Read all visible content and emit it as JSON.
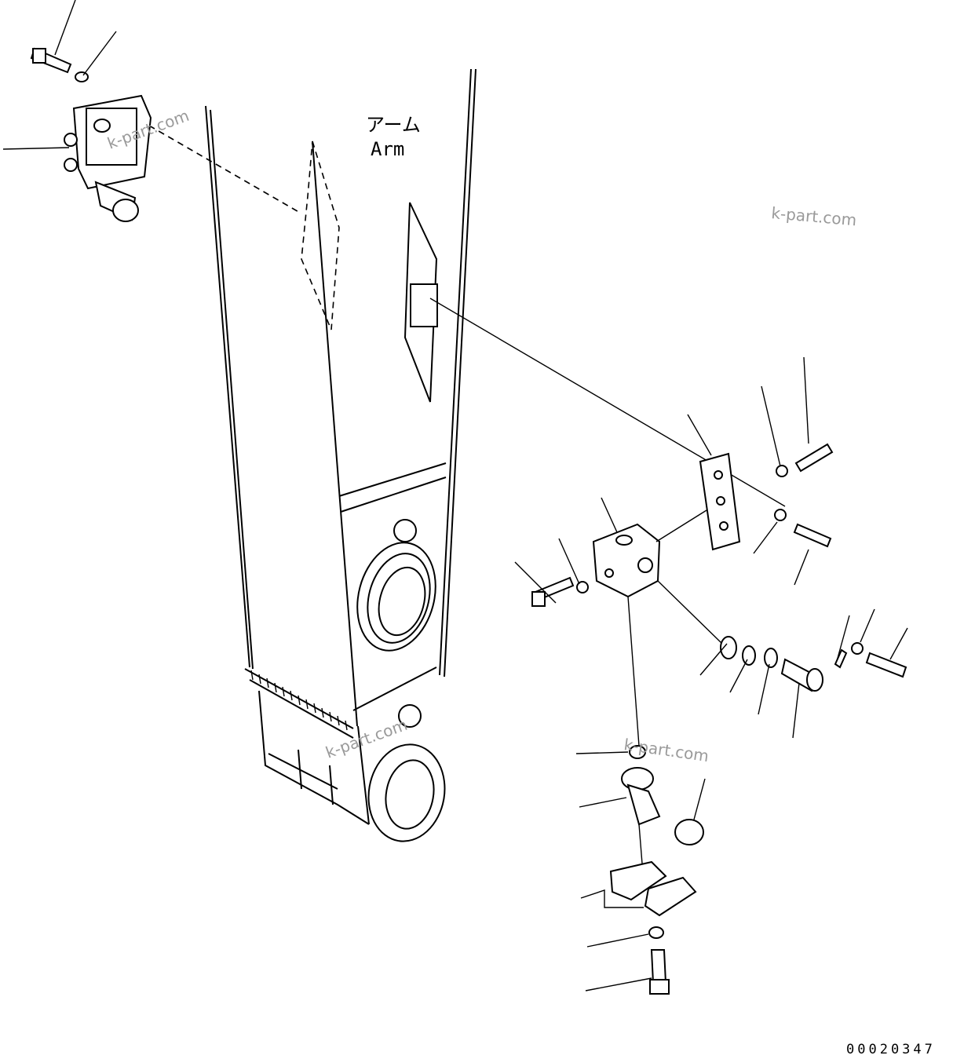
{
  "diagram": {
    "arm_label_jp": "アーム",
    "arm_label_en": "Arm",
    "drawing_number": "00020347",
    "watermarks": [
      "k-part.com",
      "k-part.com",
      "k-part.com",
      "k-part.com"
    ]
  },
  "colors": {
    "line": "#000000",
    "background": "#ffffff",
    "watermark": "#9a9a9a"
  }
}
